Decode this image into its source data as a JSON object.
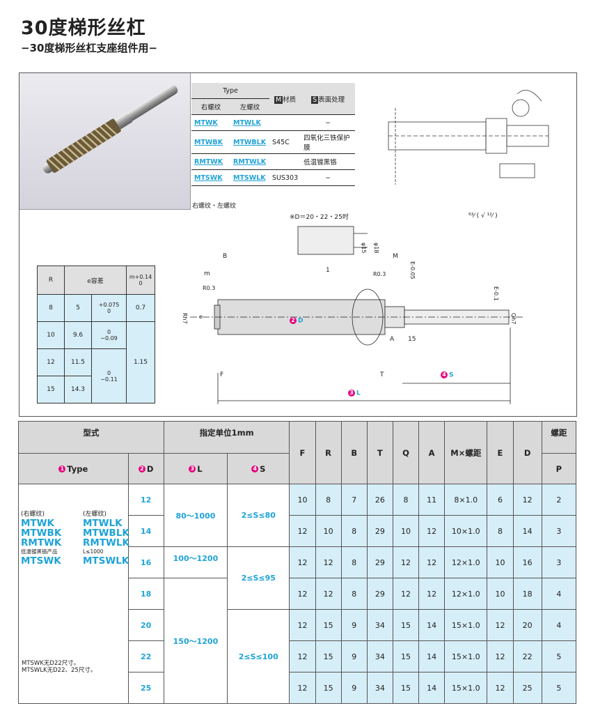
{
  "title": "30度梯形丝杠",
  "subtitle": "−30度梯形丝杠支座组件用−",
  "material_table": {
    "type_header": "Type",
    "right_header": "右螺纹",
    "left_header": "左螺纹",
    "material_header": "材质",
    "material_badge": "M",
    "surface_header": "表面处理",
    "surface_badge": "S",
    "rows": [
      {
        "right": "MTWK",
        "left": "MTWLK",
        "material": "",
        "surface": "−"
      },
      {
        "right": "MTWBK",
        "left": "MTWBLK",
        "material": "S45C",
        "surface": "四氧化三铁保护膜"
      },
      {
        "right": "RMTWK",
        "left": "RMTWLK",
        "material": "",
        "surface": "低温镀黑铬"
      },
      {
        "right": "MTSWK",
        "left": "MTSWLK",
        "material": "SUS303",
        "surface": "−"
      }
    ],
    "caption": "右螺纹・左螺纹"
  },
  "drawing": {
    "note_d": "※D＝20・22・25时",
    "labels": [
      "B",
      "m",
      "R0.3",
      "1",
      "M",
      "R0.3",
      "E-0.05",
      "E-0.1",
      "A",
      "15",
      "F",
      "T",
      "φ15",
      "φ18",
      "e",
      "Rh7",
      "Qh7"
    ],
    "dim_D": "D",
    "dim_L": "L",
    "dim_S": "S",
    "num_D": "2",
    "num_L": "3",
    "num_S": "4"
  },
  "r_table": {
    "headers": [
      "R",
      "e容差",
      "m+0.14\n0"
    ],
    "rows": [
      {
        "R": "8",
        "e": "5",
        "tol": "+0.075\n0",
        "m": "0.7"
      },
      {
        "R": "10",
        "e": "9.6",
        "tol": "0\n−0.09",
        "m": ""
      },
      {
        "R": "12",
        "e": "11.5",
        "tol": "",
        "m": "1.15"
      },
      {
        "R": "15",
        "e": "14.3",
        "tol": "0\n−0.11",
        "m": ""
      }
    ]
  },
  "main_table": {
    "h_type_group": "型式",
    "h_unit_group": "指定单位1mm",
    "h_type": "Type",
    "h_D": "D",
    "h_L": "L",
    "h_S": "S",
    "cols": [
      "F",
      "R",
      "B",
      "T",
      "Q",
      "A",
      "M×螺距",
      "E",
      "D"
    ],
    "h_pitch_top": "螺距",
    "h_pitch": "P",
    "right_label": "(右螺纹)",
    "left_label": "(左螺纹)",
    "right_types": [
      "MTWK",
      "MTWBK",
      "RMTWK"
    ],
    "left_types": [
      "MTWLK",
      "MTWBLK",
      "RMTWLK"
    ],
    "black_note": "低温镀黑铬产品",
    "l_note": "L≤1000",
    "sus_right": "MTSWK",
    "sus_left": "MTSWLK",
    "note1": "MTSWK无D22尺寸。",
    "note2": "MTSWLK无D22、25尺寸。",
    "L_ranges": [
      "80〜1000",
      "100〜1200",
      "150〜1200"
    ],
    "S_ranges": [
      "2≤S≤80",
      "2≤S≤95",
      "2≤S≤100"
    ],
    "rows": [
      {
        "D": "12",
        "v": [
          "10",
          "8",
          "7",
          "26",
          "8",
          "11",
          "8×1.0",
          "6",
          "12",
          "2"
        ]
      },
      {
        "D": "14",
        "v": [
          "12",
          "10",
          "8",
          "29",
          "10",
          "12",
          "10×1.0",
          "8",
          "14",
          "3"
        ]
      },
      {
        "D": "16",
        "v": [
          "12",
          "12",
          "8",
          "29",
          "12",
          "12",
          "12×1.0",
          "10",
          "16",
          "3"
        ]
      },
      {
        "D": "18",
        "v": [
          "12",
          "12",
          "8",
          "29",
          "12",
          "12",
          "12×1.0",
          "10",
          "18",
          "4"
        ]
      },
      {
        "D": "20",
        "v": [
          "12",
          "15",
          "9",
          "34",
          "15",
          "14",
          "15×1.0",
          "12",
          "20",
          "4"
        ]
      },
      {
        "D": "22",
        "v": [
          "12",
          "15",
          "9",
          "34",
          "15",
          "14",
          "15×1.0",
          "12",
          "22",
          "5"
        ]
      },
      {
        "D": "25",
        "v": [
          "12",
          "15",
          "9",
          "34",
          "15",
          "14",
          "15×1.0",
          "12",
          "25",
          "5"
        ]
      }
    ]
  }
}
